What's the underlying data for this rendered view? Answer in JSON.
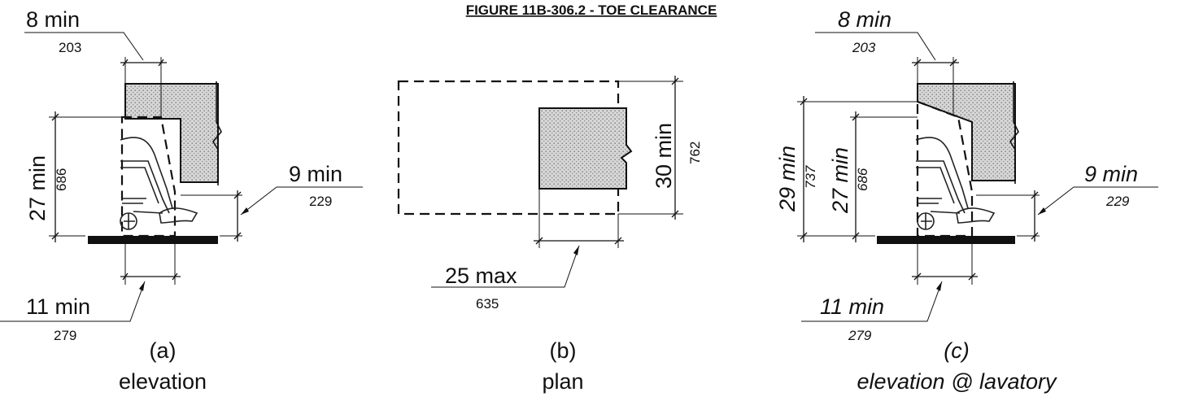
{
  "title": "FIGURE 11B-306.2 - TOE CLEARANCE",
  "panels": {
    "a": {
      "letter": "(a)",
      "view": "elevation",
      "dim_top": {
        "label": "8 min",
        "metric": "203"
      },
      "dim_height": {
        "label": "27 min",
        "metric": "686"
      },
      "dim_toe_height": {
        "label": "9 min",
        "metric": "229"
      },
      "dim_depth": {
        "label": "11 min",
        "metric": "279"
      }
    },
    "b": {
      "letter": "(b)",
      "view": "plan",
      "dim_width": {
        "label": "30 min",
        "metric": "762"
      },
      "dim_depth": {
        "label": "25 max",
        "metric": "635"
      }
    },
    "c": {
      "letter": "(c)",
      "view": "elevation @ lavatory",
      "dim_top": {
        "label": "8 min",
        "metric": "203"
      },
      "dim_height_outer": {
        "label": "29 min",
        "metric": "737"
      },
      "dim_height_inner": {
        "label": "27 min",
        "metric": "686"
      },
      "dim_toe_height": {
        "label": "9 min",
        "metric": "229"
      },
      "dim_depth": {
        "label": "11 min",
        "metric": "279"
      }
    }
  }
}
